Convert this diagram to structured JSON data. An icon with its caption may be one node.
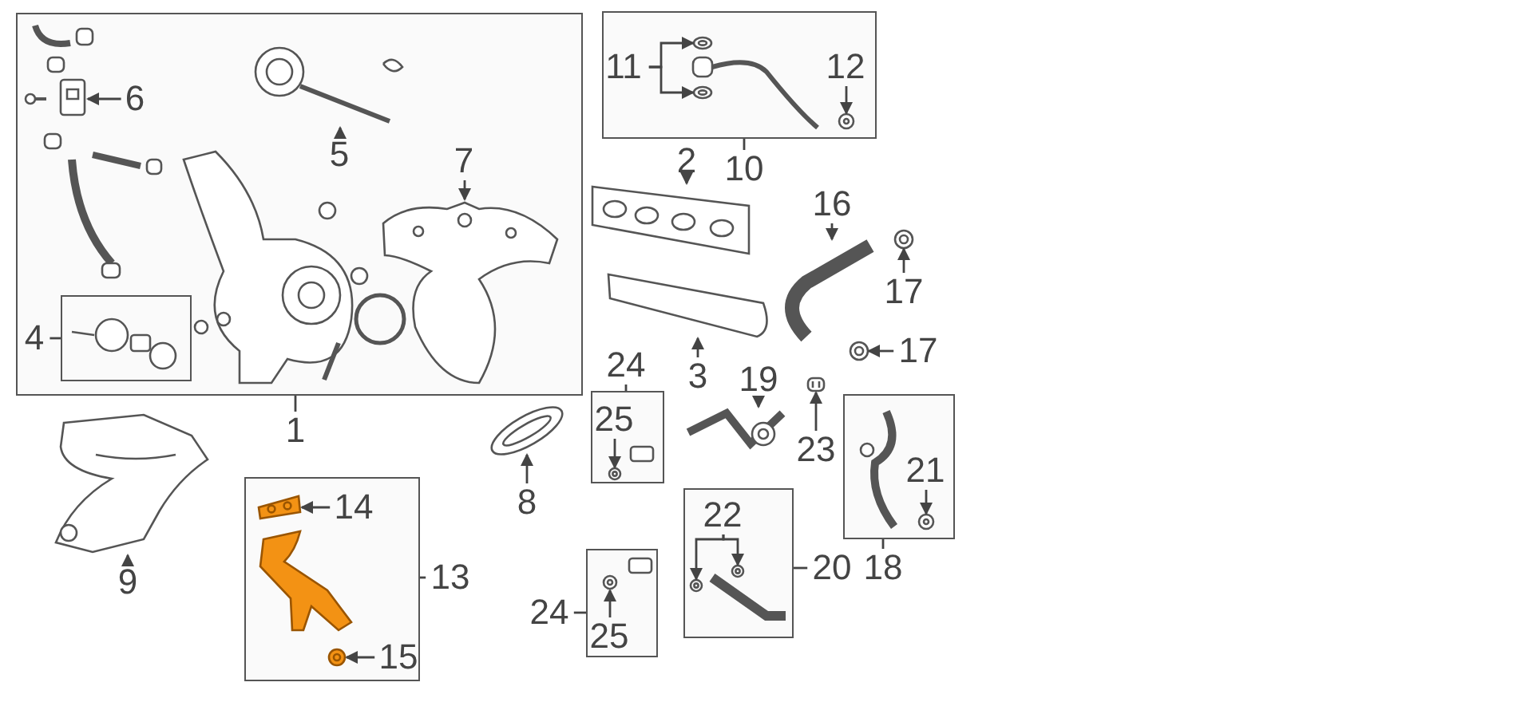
{
  "diagram": {
    "nodes": [
      {
        "text": [],
        "shape": "box"
      },
      {
        "text": [
          "6"
        ],
        "in": 0
      },
      {
        "text": [
          "5"
        ],
        "in": 0
      },
      {
        "text": [
          "7"
        ],
        "in": 0
      },
      {
        "text": [],
        "shape": "box",
        "in": 0
      },
      {
        "text": [
          "4"
        ],
        "in": 0
      },
      {
        "text": [
          "1"
        ]
      },
      {
        "text": [],
        "shape": "box"
      },
      {
        "text": [
          "11"
        ],
        "in": 7
      },
      {
        "text": [
          "12"
        ],
        "in": 7
      },
      {
        "text": [
          "10"
        ]
      },
      {
        "text": [
          "2"
        ]
      },
      {
        "text": [
          "16"
        ]
      },
      {
        "text": [
          "17"
        ]
      },
      {
        "text": [
          "17"
        ]
      },
      {
        "text": [
          "3"
        ]
      },
      {
        "text": [
          "24"
        ]
      },
      {
        "text": [],
        "shape": "box"
      },
      {
        "text": [
          "25"
        ],
        "in": 17
      },
      {
        "text": [
          "19"
        ]
      },
      {
        "text": [
          "23"
        ]
      },
      {
        "text": [],
        "shape": "box"
      },
      {
        "text": [
          "21"
        ],
        "in": 21
      },
      {
        "text": [
          "18"
        ]
      },
      {
        "text": [
          "8"
        ]
      },
      {
        "text": [
          "9"
        ]
      },
      {
        "text": [],
        "shape": "box"
      },
      {
        "text": [
          "14"
        ],
        "in": 26
      },
      {
        "text": [
          "15"
        ],
        "in": 26
      },
      {
        "text": [
          "13"
        ]
      },
      {
        "text": [
          "24"
        ]
      },
      {
        "text": [],
        "shape": "box"
      },
      {
        "text": [
          "25"
        ],
        "in": 31
      },
      {
        "text": [],
        "shape": "box"
      },
      {
        "text": [
          "22"
        ],
        "in": 33
      },
      {
        "text": [
          "20"
        ]
      },
      {
        "text": [],
        "shape": "picture",
        "in": 0
      },
      {
        "text": [],
        "shape": "picture",
        "in": 0
      },
      {
        "text": [],
        "shape": "picture",
        "in": 0
      },
      {
        "text": [],
        "shape": "picture",
        "in": 7
      },
      {
        "text": [],
        "shape": "picture",
        "in": 7
      },
      {
        "text": [],
        "shape": "picture",
        "in": 7
      },
      {
        "text": [],
        "shape": "picture"
      },
      {
        "text": [],
        "shape": "picture"
      },
      {
        "text": [],
        "shape": "picture"
      },
      {
        "text": [],
        "shape": "picture"
      },
      {
        "text": [],
        "shape": "picture"
      },
      {
        "text": [],
        "shape": "picture",
        "in": 17
      },
      {
        "text": [],
        "shape": "picture"
      },
      {
        "text": [],
        "shape": "picture"
      },
      {
        "text": [],
        "shape": "picture",
        "in": 21
      },
      {
        "text": [],
        "shape": "picture"
      },
      {
        "text": [],
        "shape": "picture"
      },
      {
        "text": [],
        "shape": "picture",
        "in": 26
      },
      {
        "text": [],
        "shape": "picture",
        "in": 26
      },
      {
        "text": [],
        "shape": "picture",
        "in": 31
      },
      {
        "text": [],
        "shape": "picture",
        "in": 33
      },
      {
        "text": [],
        "shape": "picture",
        "in": 33
      }
    ],
    "edges": [
      {
        "from": 1,
        "to": 36,
        "arrow": "to"
      },
      {
        "from": 2,
        "to": 37,
        "arrow": "to"
      },
      {
        "from": 3,
        "to": 38,
        "arrow": "to"
      },
      {
        "from": 5,
        "to": 4,
        "arrow": "none"
      },
      {
        "from": 6,
        "to": 0,
        "arrow": "none"
      },
      {
        "from": 8,
        "to": 39,
        "arrow": "to"
      },
      {
        "from": 8,
        "to": 40,
        "arrow": "to"
      },
      {
        "from": 9,
        "to": 41,
        "arrow": "to"
      },
      {
        "from": 10,
        "to": 7,
        "arrow": "none"
      },
      {
        "from": 11,
        "to": 42,
        "arrow": "to"
      },
      {
        "from": 12,
        "to": 43,
        "arrow": "to"
      },
      {
        "from": 13,
        "to": 44,
        "arrow": "to"
      },
      {
        "from": 14,
        "to": 45,
        "arrow": "to"
      },
      {
        "from": 15,
        "to": 46,
        "arrow": "to"
      },
      {
        "from": 16,
        "to": 17,
        "arrow": "none"
      },
      {
        "from": 18,
        "to": 47,
        "arrow": "to"
      },
      {
        "from": 19,
        "to": 48,
        "arrow": "to"
      },
      {
        "from": 20,
        "to": 49,
        "arrow": "to"
      },
      {
        "from": 22,
        "to": 50,
        "arrow": "to"
      },
      {
        "from": 23,
        "to": 21,
        "arrow": "none"
      },
      {
        "from": 24,
        "to": 51,
        "arrow": "to"
      },
      {
        "from": 25,
        "to": 52,
        "arrow": "to"
      },
      {
        "from": 27,
        "to": 53,
        "arrow": "to"
      },
      {
        "from": 28,
        "to": 54,
        "arrow": "to"
      },
      {
        "from": 29,
        "to": 26,
        "arrow": "none"
      },
      {
        "from": 30,
        "to": 31,
        "arrow": "none"
      },
      {
        "from": 32,
        "to": 55,
        "arrow": "to"
      },
      {
        "from": 34,
        "to": 56,
        "arrow": "to"
      },
      {
        "from": 34,
        "to": 57,
        "arrow": "to"
      },
      {
        "from": 35,
        "to": 33,
        "arrow": "none"
      }
    ]
  }
}
